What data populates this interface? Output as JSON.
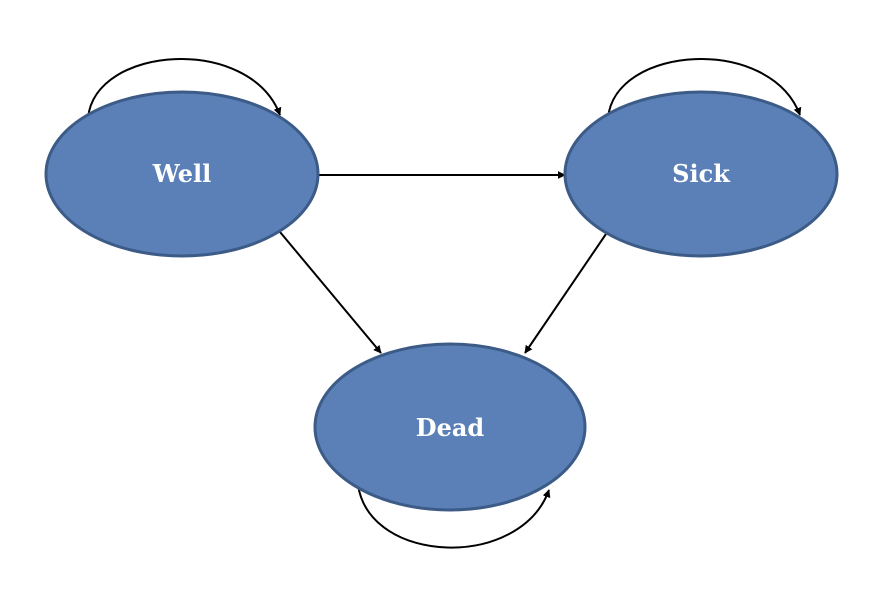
{
  "diagram": {
    "type": "state-transition",
    "colors": {
      "node_fill": "#5b80b8",
      "node_stroke": "#3c5b87",
      "label": "#ffffff",
      "edge": "#000000"
    },
    "nodes": [
      {
        "id": "well",
        "label": "Well"
      },
      {
        "id": "sick",
        "label": "Sick"
      },
      {
        "id": "dead",
        "label": "Dead"
      }
    ],
    "edges": [
      {
        "from": "well",
        "to": "well"
      },
      {
        "from": "well",
        "to": "sick"
      },
      {
        "from": "well",
        "to": "dead"
      },
      {
        "from": "sick",
        "to": "sick"
      },
      {
        "from": "sick",
        "to": "dead"
      },
      {
        "from": "dead",
        "to": "dead"
      }
    ]
  }
}
